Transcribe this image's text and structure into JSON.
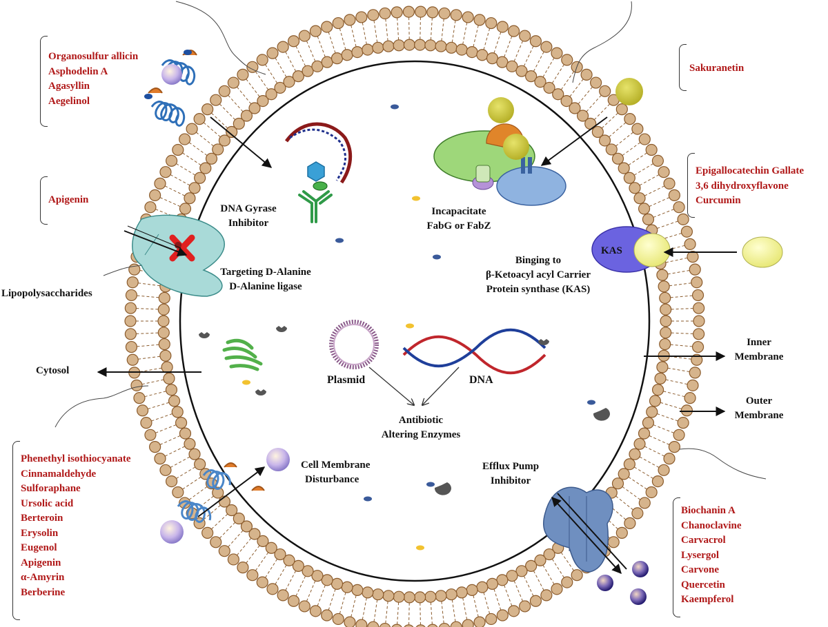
{
  "compound_groups": {
    "top_left": [
      "Organosulfur allicin",
      "Asphodelin A",
      "Agasyllin",
      "Aegelinol"
    ],
    "left_mid": [
      "Apigenin"
    ],
    "bottom_left": [
      "Phenethyl isothiocyanate",
      "Cinnamaldehyde",
      "Sulforaphane",
      "Ursolic acid",
      "Berteroin",
      "Erysolin",
      "Eugenol",
      "Apigenin",
      "α-Amyrin",
      "Berberine"
    ],
    "top_right": [
      "Sakuranetin"
    ],
    "right_mid": [
      "Epigallocatechin Gallate",
      "3,6 dihydroxyflavone",
      "Curcumin"
    ],
    "bottom_right": [
      "Biochanin A",
      "Chanoclavine",
      "Carvacrol",
      "Lysergol",
      "Carvone",
      "Quercetin",
      "Kaempferol"
    ]
  },
  "mechanisms": {
    "dna_gyrase": [
      "DNA Gyrase",
      "Inhibitor"
    ],
    "d_alanine": [
      "Targeting D-Alanine",
      "D-Alanine ligase"
    ],
    "fabg": [
      "Incapacitate",
      "FabG or FabZ"
    ],
    "kas": [
      "Binging to",
      "β-Ketoacyl acyl Carrier",
      "Protein synthase (KAS)"
    ],
    "membrane": [
      "Cell Membrane",
      "Disturbance"
    ],
    "efflux": [
      "Efflux Pump",
      "Inhibitor"
    ],
    "enzymes": [
      "Antibiotic",
      "Altering Enzymes"
    ]
  },
  "structures": {
    "lipopolysaccharides": "Lipopolysaccharides",
    "cytosol": "Cytosol",
    "inner_membrane": [
      "Inner",
      "Membrane"
    ],
    "outer_membrane": [
      "Outer",
      "Membrane"
    ],
    "plasmid": "Plasmid",
    "dna": "DNA",
    "kas_badge": "KAS"
  },
  "colors": {
    "compound_text": "#b01818",
    "lipid_head": "#d6b48c",
    "lipid_outline": "#8a5a2b",
    "kas_blue": "#6b63e0"
  }
}
